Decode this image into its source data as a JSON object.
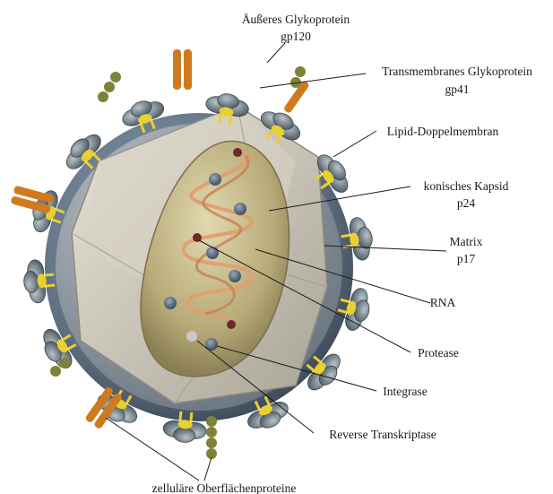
{
  "labels": {
    "outer_glycoprotein": "Äußeres Glykoprotein",
    "outer_glycoprotein_code": "gp120",
    "transmembrane_glycoprotein": "Transmembranes Glykoprotein",
    "transmembrane_glycoprotein_code": "gp41",
    "lipid_bilayer": "Lipid-Doppelmembran",
    "conical_capsid": "konisches Kapsid",
    "conical_capsid_code": "p24",
    "matrix": "Matrix",
    "matrix_code": "p17",
    "rna": "RNA",
    "protease": "Protease",
    "integrase": "Integrase",
    "reverse_transcriptase": "Reverse Transkriptase",
    "cellular_surface_proteins": "zelluläre Oberflächenproteine"
  },
  "colors": {
    "envelope": "#5f6f80",
    "matrix_shell": "#d8d2c6",
    "capsid": "#c9bd8e",
    "rna_strand": "#e0a070",
    "glycoprotein": "#e8d030",
    "host_protein": "#d07a20",
    "knob": "#7a8a90"
  }
}
